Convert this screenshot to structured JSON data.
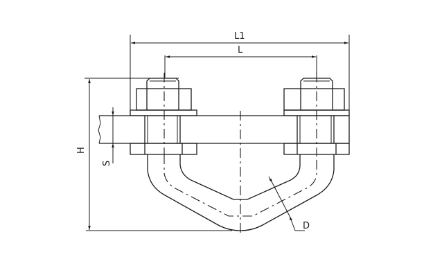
{
  "drawing": {
    "labels": {
      "overall_length": "L1",
      "bolt_spacing": "L",
      "height": "H",
      "thickness": "S",
      "diameter": "D"
    },
    "line_color": "#1a1a1a"
  }
}
